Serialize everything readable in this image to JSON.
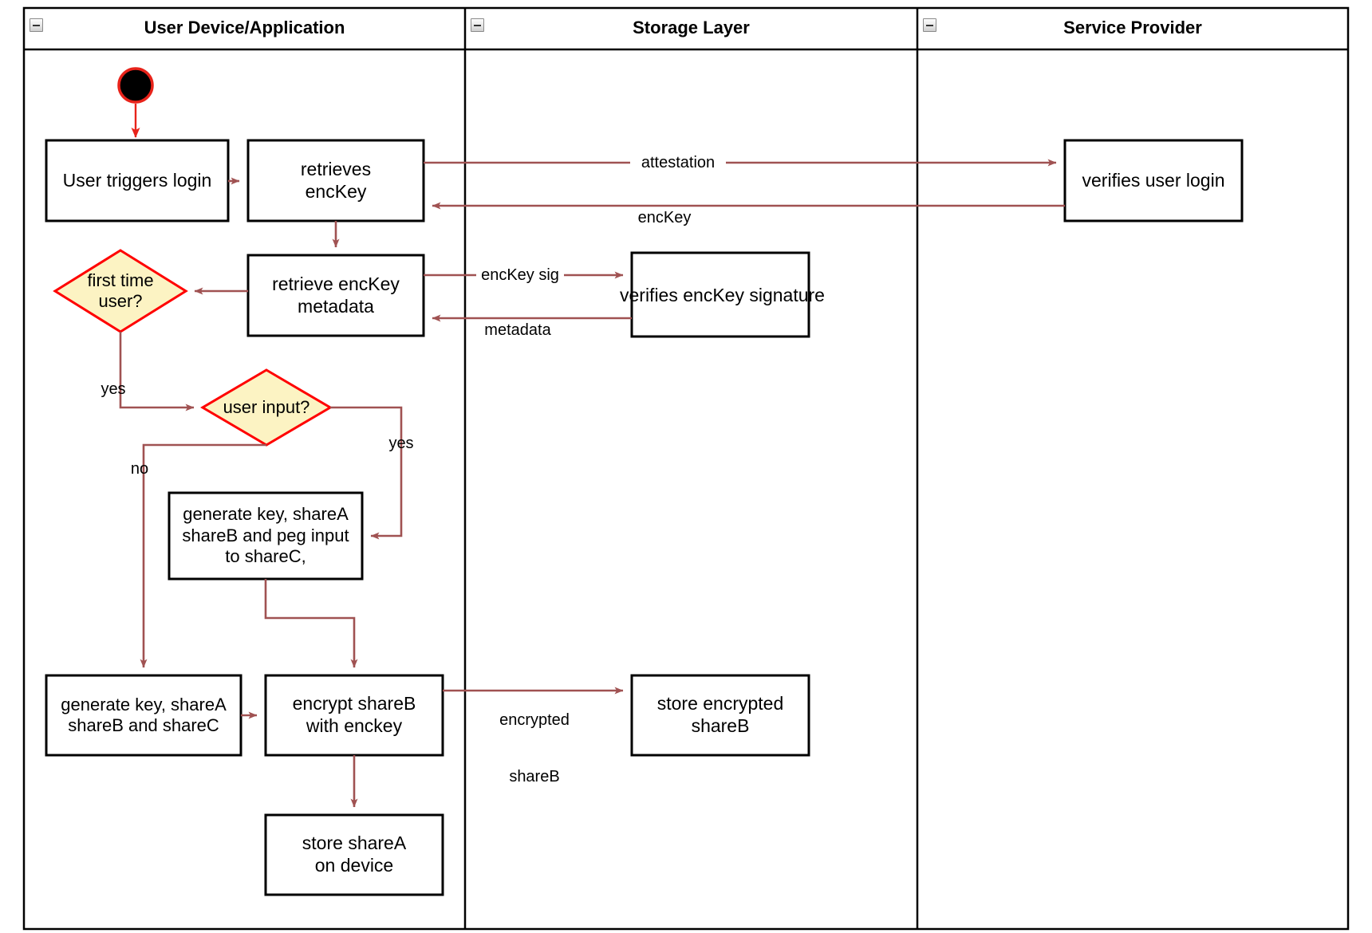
{
  "diagram": {
    "type": "uml-activity-swimlane",
    "title": "Login / key-share provisioning activity diagram",
    "colors": {
      "lane_border": "#000000",
      "node_border": "#000000",
      "node_fill": "#ffffff",
      "decision_border": "#ff0000",
      "decision_fill": "#fcf3c3",
      "edge": "#a05252",
      "start_node_fill": "#000000",
      "start_node_border": "#ff0000",
      "start_arrow": "#ff0000",
      "text": "#000000",
      "canvas": "#ffffff"
    },
    "lanes": [
      {
        "id": "lane-user-device",
        "label": "User Device/Application",
        "collapse_icon": "collapse-minus-icon"
      },
      {
        "id": "lane-storage",
        "label": "Storage Layer",
        "collapse_icon": "collapse-minus-icon"
      },
      {
        "id": "lane-service-provider",
        "label": "Service Provider",
        "collapse_icon": "collapse-minus-icon"
      }
    ],
    "nodes": [
      {
        "id": "start",
        "kind": "initial-node",
        "lane": "lane-user-device",
        "label": ""
      },
      {
        "id": "user-triggers-login",
        "kind": "action",
        "lane": "lane-user-device",
        "label": "User triggers login"
      },
      {
        "id": "retrieves-enckey",
        "kind": "action",
        "lane": "lane-user-device",
        "label": "retrieves\nencKey"
      },
      {
        "id": "retrieve-enckey-metadata",
        "kind": "action",
        "lane": "lane-user-device",
        "label": "retrieve encKey\nmetadata"
      },
      {
        "id": "first-time-user",
        "kind": "decision",
        "lane": "lane-user-device",
        "label": "first time\nuser?"
      },
      {
        "id": "user-input",
        "kind": "decision",
        "lane": "lane-user-device",
        "label": "user input?"
      },
      {
        "id": "generate-key-peg",
        "kind": "action",
        "lane": "lane-user-device",
        "label": "generate key, shareA\nshareB and peg input\nto shareC,"
      },
      {
        "id": "generate-key-sharec",
        "kind": "action",
        "lane": "lane-user-device",
        "label": "generate key, shareA\nshareB and shareC"
      },
      {
        "id": "encrypt-shareb",
        "kind": "action",
        "lane": "lane-user-device",
        "label": "encrypt shareB\nwith enckey"
      },
      {
        "id": "store-sharea",
        "kind": "action",
        "lane": "lane-user-device",
        "label": "store shareA\non device"
      },
      {
        "id": "verifies-enckey-signature",
        "kind": "action",
        "lane": "lane-storage",
        "label": "verifies encKey signature"
      },
      {
        "id": "store-encrypted-shareb",
        "kind": "action",
        "lane": "lane-storage",
        "label": "store encrypted\nshareB"
      },
      {
        "id": "verifies-user-login",
        "kind": "action",
        "lane": "lane-service-provider",
        "label": "verifies user login"
      }
    ],
    "edges": [
      {
        "id": "e-start-login",
        "from": "start",
        "to": "user-triggers-login",
        "label": ""
      },
      {
        "id": "e-login-retrieves",
        "from": "user-triggers-login",
        "to": "retrieves-enckey",
        "label": ""
      },
      {
        "id": "e-attestation",
        "from": "retrieves-enckey",
        "to": "verifies-user-login",
        "label": "attestation"
      },
      {
        "id": "e-enckey-back",
        "from": "verifies-user-login",
        "to": "retrieves-enckey",
        "label": "encKey"
      },
      {
        "id": "e-retrieves-metadata",
        "from": "retrieves-enckey",
        "to": "retrieve-enckey-metadata",
        "label": ""
      },
      {
        "id": "e-enckey-sig",
        "from": "retrieve-enckey-metadata",
        "to": "verifies-enckey-signature",
        "label": "encKey sig"
      },
      {
        "id": "e-metadata-back",
        "from": "verifies-enckey-signature",
        "to": "retrieve-enckey-metadata",
        "label": "metadata"
      },
      {
        "id": "e-metadata-firsttime",
        "from": "retrieve-enckey-metadata",
        "to": "first-time-user",
        "label": ""
      },
      {
        "id": "e-firsttime-yes",
        "from": "first-time-user",
        "to": "user-input",
        "label": "yes"
      },
      {
        "id": "e-userinput-yes",
        "from": "user-input",
        "to": "generate-key-peg",
        "label": "yes"
      },
      {
        "id": "e-userinput-no",
        "from": "user-input",
        "to": "generate-key-sharec",
        "label": "no"
      },
      {
        "id": "e-peg-encrypt",
        "from": "generate-key-peg",
        "to": "encrypt-shareb",
        "label": ""
      },
      {
        "id": "e-sharec-encrypt",
        "from": "generate-key-sharec",
        "to": "encrypt-shareb",
        "label": ""
      },
      {
        "id": "e-encrypted-shareb",
        "from": "encrypt-shareb",
        "to": "store-encrypted-shareb",
        "label": "encrypted\nshareB"
      },
      {
        "id": "e-encrypt-store",
        "from": "encrypt-shareb",
        "to": "store-sharea",
        "label": ""
      }
    ],
    "labels": {
      "lane1": "User Device/Application",
      "lane2": "Storage Layer",
      "lane3": "Service Provider",
      "n_user_triggers_login": "User triggers login",
      "n_retrieves_enckey_l1": "retrieves",
      "n_retrieves_enckey_l2": "encKey",
      "n_retrieve_metadata_l1": "retrieve encKey",
      "n_retrieve_metadata_l2": "metadata",
      "n_first_time_user_l1": "first time",
      "n_first_time_user_l2": "user?",
      "n_user_input": "user input?",
      "n_gen_peg_l1": "generate key, shareA",
      "n_gen_peg_l2": "shareB and peg input",
      "n_gen_peg_l3": "to shareC,",
      "n_gen_sharec_l1": "generate key, shareA",
      "n_gen_sharec_l2": "shareB and shareC",
      "n_encrypt_l1": "encrypt shareB",
      "n_encrypt_l2": "with enckey",
      "n_store_sharea_l1": "store shareA",
      "n_store_sharea_l2": "on device",
      "n_verifies_sig": "verifies encKey signature",
      "n_store_enc_shareb_l1": "store encrypted",
      "n_store_enc_shareb_l2": "shareB",
      "n_verifies_user_login": "verifies user login",
      "e_attestation": "attestation",
      "e_enckey": "encKey",
      "e_enckey_sig": "encKey sig",
      "e_metadata": "metadata",
      "e_yes_first": "yes",
      "e_yes_input": "yes",
      "e_no_input": "no",
      "e_encrypted_l1": "encrypted",
      "e_encrypted_l2": "shareB"
    }
  }
}
